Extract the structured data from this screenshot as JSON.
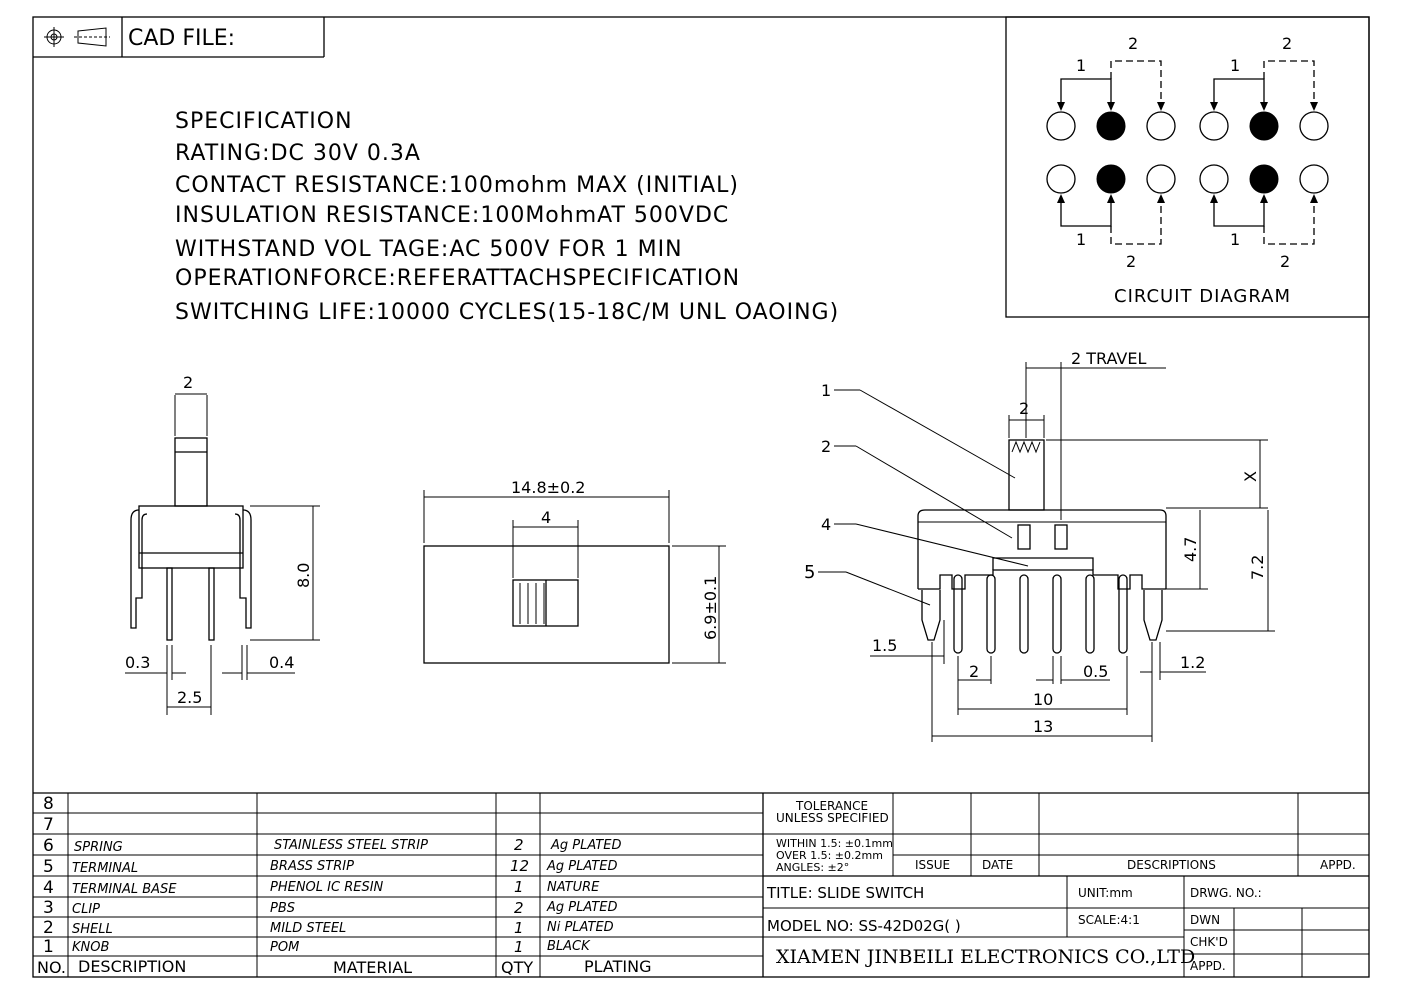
{
  "header": {
    "cad_file_label": "CAD FILE:",
    "projection_icon": "projection-symbol-icon"
  },
  "specification": {
    "title": "SPECIFICATION",
    "lines": [
      "RATING:DC  30V  0.3A",
      "CONTACT  RESISTANCE:100mohm  MAX  (INITIAL)",
      "INSULATION  RESISTANCE:100MohmAT  500VDC",
      "WITHSTAND  VOL TAGE:AC  500V  FOR  1  MIN",
      "OPERATIONFORCE:REFERATTACHSPECIFICATION",
      "SWITCHING  LIFE:10000  CYCLES(15-18C/M  UNL  OAOING)"
    ]
  },
  "circuit": {
    "title": "CIRCUIT  DIAGRAM",
    "label_1": "1",
    "label_2": "2"
  },
  "side_view": {
    "dim_top": "2",
    "dim_height": "8.0",
    "dim_left": "0.3",
    "dim_right": "0.4",
    "dim_pitch": "2.5"
  },
  "top_view": {
    "dim_width": "14.8±0.2",
    "dim_knob": "4",
    "dim_height": "6.9±0.1"
  },
  "front_view": {
    "callouts": [
      "1",
      "2",
      "4",
      "5"
    ],
    "travel": "2  TRAVEL",
    "knob_width": "2",
    "dim_x": "X",
    "dim_47": "4.7",
    "dim_72": "7.2",
    "dim_15": "1.5",
    "dim_2": "2",
    "dim_05": "0.5",
    "dim_12": "1.2",
    "dim_10": "10",
    "dim_13": "13"
  },
  "bom": {
    "headers": {
      "no": "NO.",
      "description": "DESCRIPTION",
      "material": "MATERIAL",
      "qty": "QTY",
      "plating": "PLATING"
    },
    "rows": [
      {
        "no": "8",
        "description": "",
        "material": "",
        "qty": "",
        "plating": ""
      },
      {
        "no": "7",
        "description": "",
        "material": "",
        "qty": "",
        "plating": ""
      },
      {
        "no": "6",
        "description": "SPRING",
        "material": "STAINLESS  STEEL  STRIP",
        "qty": "2",
        "plating": "Ag  PLATED"
      },
      {
        "no": "5",
        "description": "TERMINAL",
        "material": "BRASS  STRIP",
        "qty": "12",
        "plating": "Ag  PLATED"
      },
      {
        "no": "4",
        "description": "TERMINAL  BASE",
        "material": "PHENOL  IC  RESIN",
        "qty": "1",
        "plating": "NATURE"
      },
      {
        "no": "3",
        "description": "CLIP",
        "material": "PBS",
        "qty": "2",
        "plating": "Ag  PLATED"
      },
      {
        "no": "2",
        "description": "SHELL",
        "material": "MILD  STEEL",
        "qty": "1",
        "plating": "Ni  PLATED"
      },
      {
        "no": "1",
        "description": "KNOB",
        "material": "POM",
        "qty": "1",
        "plating": "BLACK"
      }
    ]
  },
  "title_block": {
    "tolerance_1": "TOLERANCE",
    "tolerance_2": "UNLESS  SPECIFIED",
    "within": "WITHIN  1.5: ±0.1mm",
    "over": "OVER  1.5:  ±0.2mm",
    "angles": "ANGLES: ±2°",
    "issue": "ISSUE",
    "date": "DATE",
    "descriptions": "DESCRIPTIONS",
    "appd": "APPD.",
    "title": "TITLE: SLIDE  SWITCH",
    "unit": "UNIT:mm",
    "drwg_no": "DRWG.  NO.:",
    "model": "MODEL  NO: SS-42D02G(  )",
    "scale": "SCALE:4:1",
    "dwn": "DWN",
    "chkd": "CHK'D",
    "appd2": "APPD.",
    "company": "XIAMEN JINBEILI ELECTRONICS CO.,LTD"
  }
}
